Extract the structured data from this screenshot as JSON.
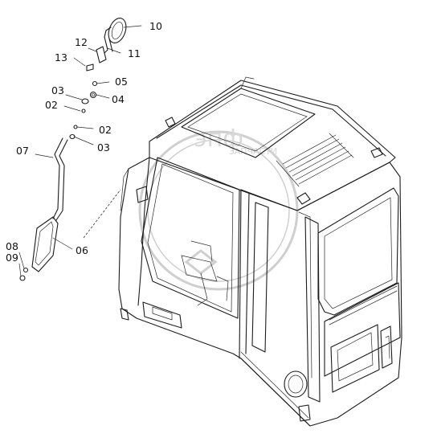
{
  "diagram": {
    "watermark": {
      "letters": "эпф",
      "subtitle": "ЗАПЧАСТИ"
    },
    "callouts": [
      {
        "id": "10",
        "label": "10"
      },
      {
        "id": "12",
        "label": "12"
      },
      {
        "id": "11",
        "label": "11"
      },
      {
        "id": "13",
        "label": "13"
      },
      {
        "id": "05",
        "label": "05"
      },
      {
        "id": "03a",
        "label": "03"
      },
      {
        "id": "04",
        "label": "04"
      },
      {
        "id": "02a",
        "label": "02"
      },
      {
        "id": "02b",
        "label": "02"
      },
      {
        "id": "03b",
        "label": "03"
      },
      {
        "id": "07",
        "label": "07"
      },
      {
        "id": "08",
        "label": "08"
      },
      {
        "id": "09",
        "label": "09"
      },
      {
        "id": "06",
        "label": "06"
      }
    ],
    "colors": {
      "line": "#1c1c1c",
      "watermark": "#cfcfcf",
      "background": "#ffffff"
    }
  }
}
